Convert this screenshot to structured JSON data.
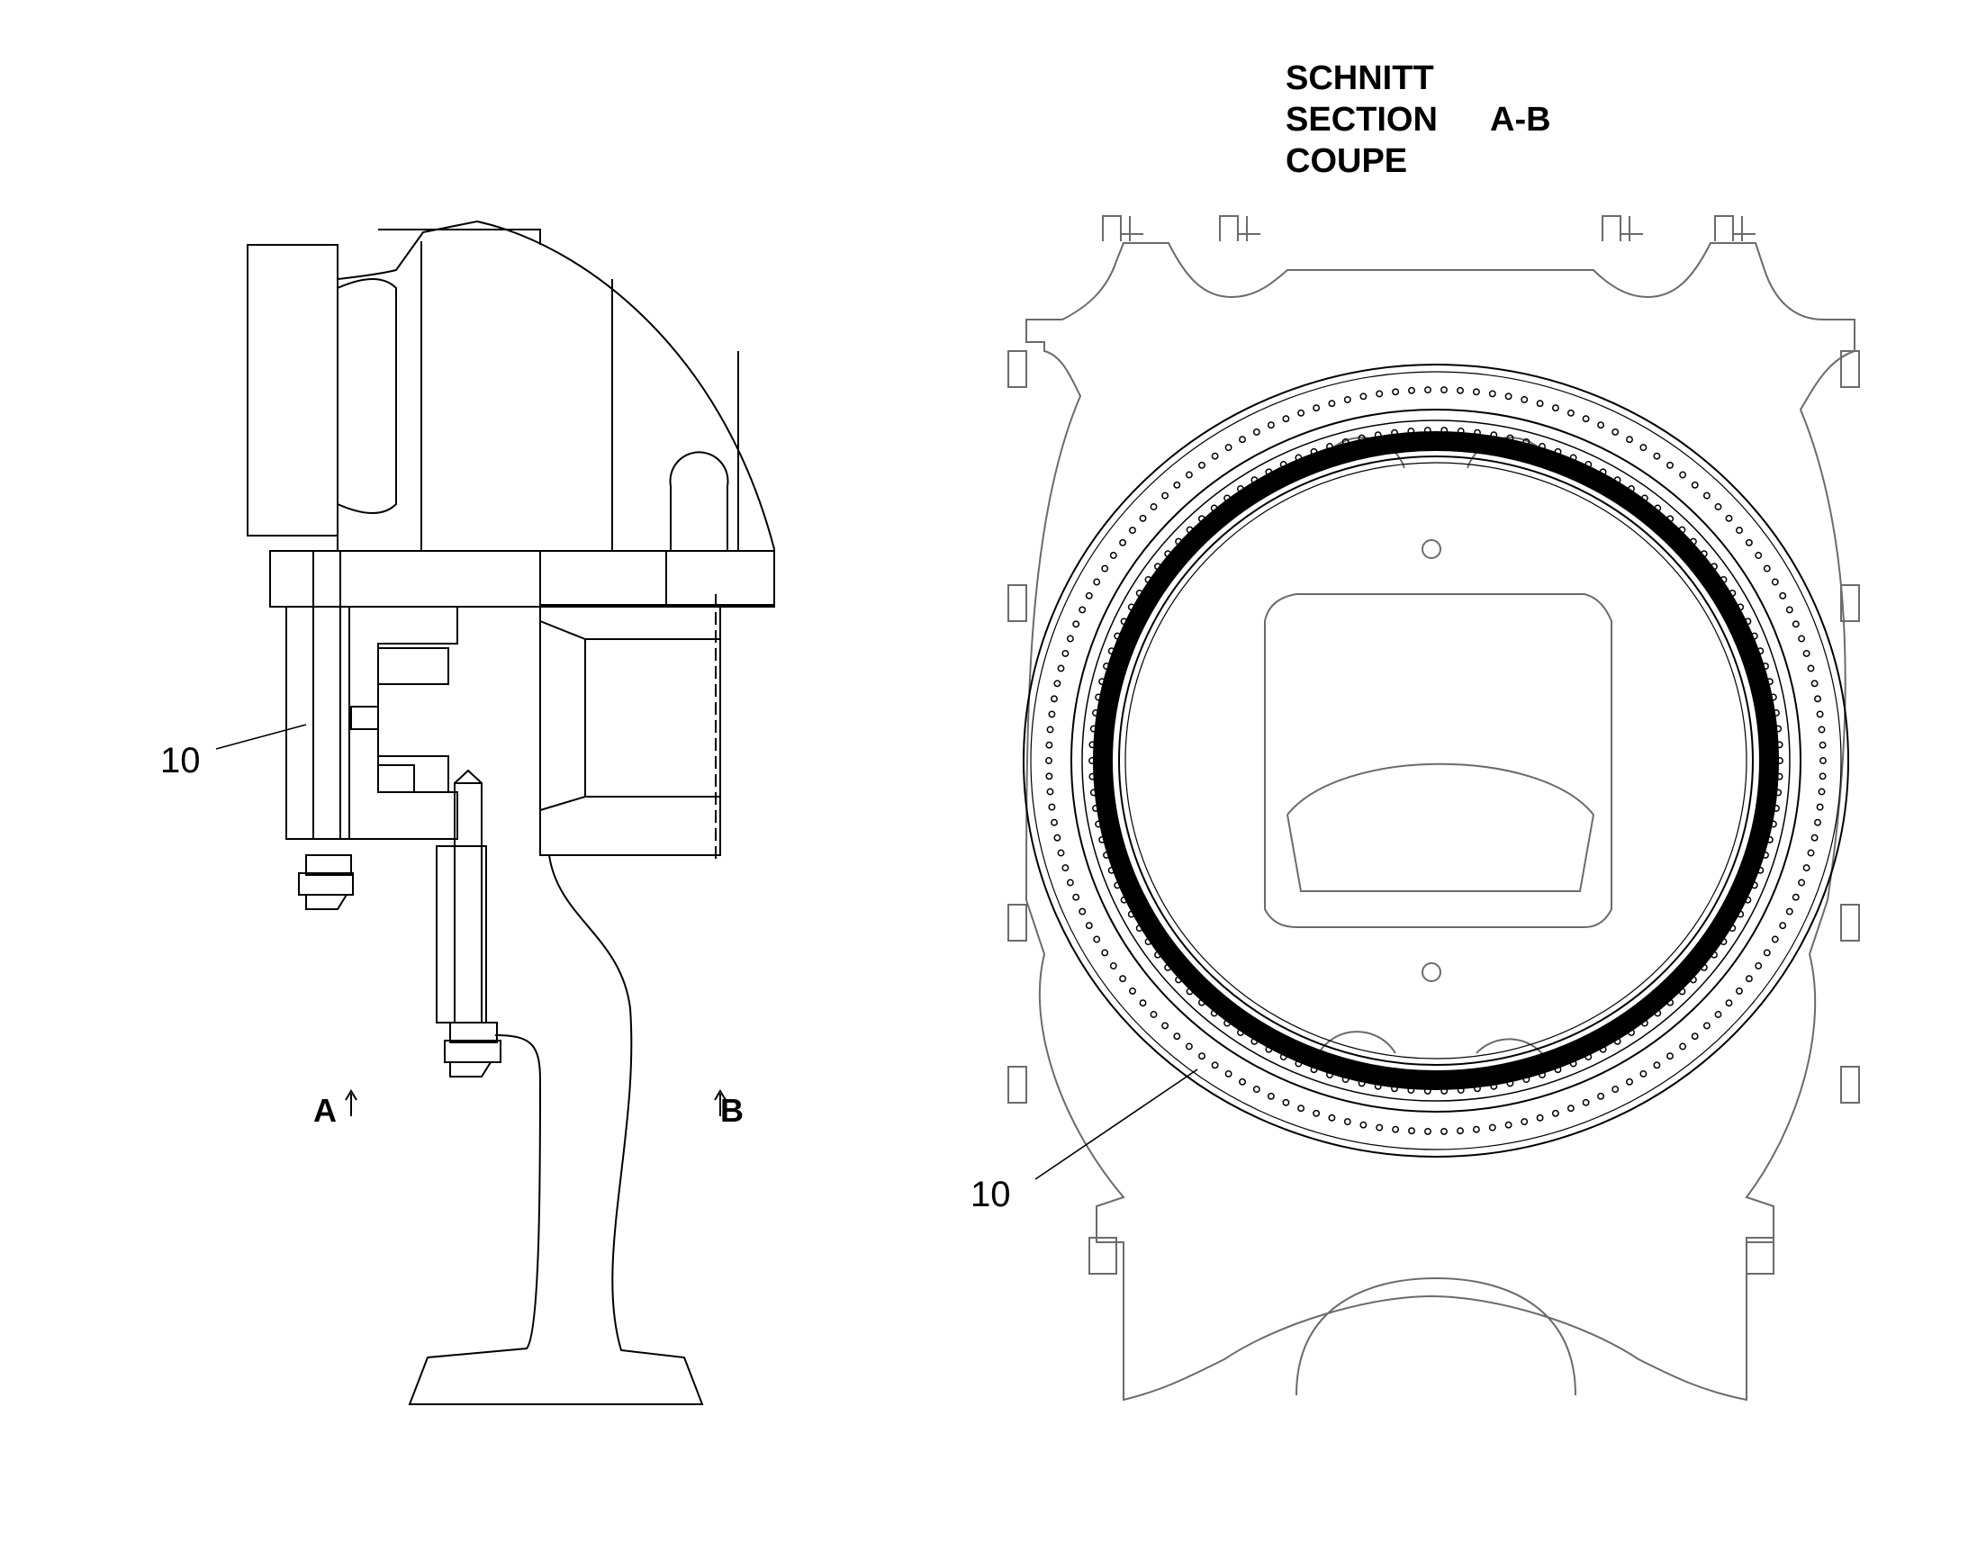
{
  "section_title": {
    "line1": "SCHNITT",
    "line2": "SECTION",
    "line3": "COUPE",
    "designation": "A-B"
  },
  "side_view": {
    "part_label": "10",
    "cut_label_a": "A",
    "cut_label_b": "B"
  },
  "section_view": {
    "part_label": "10"
  },
  "colors": {
    "line": "#000000",
    "thin_line": "#6b6b6b",
    "background": "#ffffff"
  }
}
